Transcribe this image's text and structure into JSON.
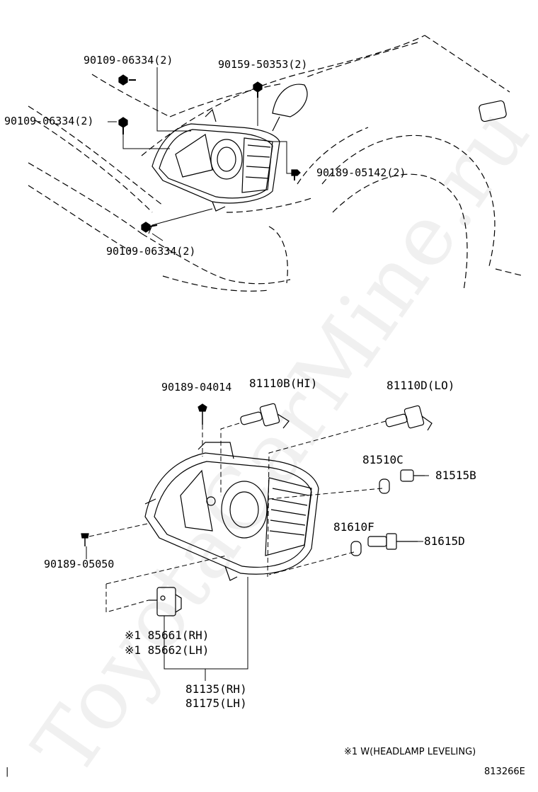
{
  "watermark": "ToyotaCarMine.ru",
  "upper_view": {
    "labels": {
      "bolt_top": "90109-06334(2)",
      "bolt_left": "90109-06334(2)",
      "bolt_bottom": "90109-06334(2)",
      "screw_top": "90159-50353(2)",
      "clip_right": "90189-05142(2)"
    }
  },
  "lower_view": {
    "labels": {
      "screw_top": "90189-04014",
      "bulb_hi": "81110B(HI)",
      "bulb_lo": "81110D(LO)",
      "side_socket": "81510C",
      "side_bulb": "81515B",
      "turn_socket": "81610F",
      "turn_bulb": "81615D",
      "screw_left": "90189-05050",
      "actuator_rh": "※1 85661(RH)",
      "actuator_lh": "※1 85662(LH)",
      "assembly_rh": "81135(RH)",
      "assembly_lh": "81175(LH)"
    }
  },
  "footnote": "※1 W(HEADLAMP LEVELING)",
  "diagram_code": "813266E",
  "corner_mark": "|"
}
